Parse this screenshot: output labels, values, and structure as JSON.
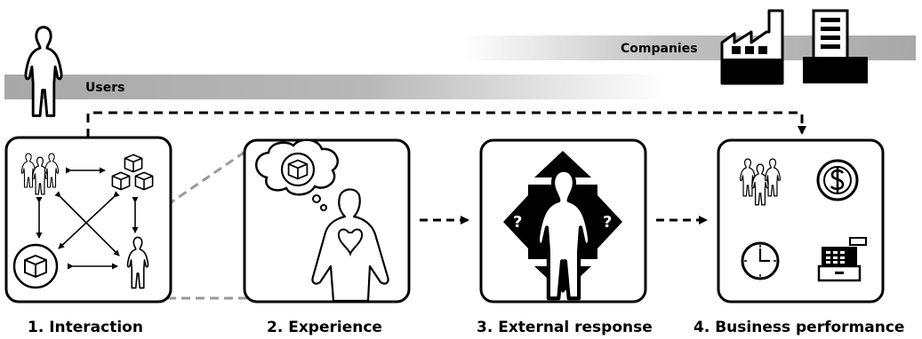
{
  "bands": {
    "users_label": "Users",
    "companies_label": "Companies"
  },
  "steps": [
    {
      "label": "1. Interaction"
    },
    {
      "label": "2. Experience"
    },
    {
      "label": "3. External response"
    },
    {
      "label": "4. Business performance"
    }
  ],
  "response": {
    "question_left": "?",
    "question_right": "?"
  },
  "icons": {
    "user": "person-icon",
    "factory": "factory-icon",
    "office": "office-building-icon",
    "group": "people-group-icon",
    "products": "boxes-icon",
    "product": "box-icon",
    "thought": "thought-bubble-icon",
    "heart": "heart-icon",
    "dollar": "dollar-coin-icon",
    "clock": "clock-icon",
    "register": "cash-register-icon"
  },
  "colors": {
    "ink": "#000000",
    "band_gray": "#b3b3b3",
    "zoom_gray": "#9a9a9a"
  }
}
